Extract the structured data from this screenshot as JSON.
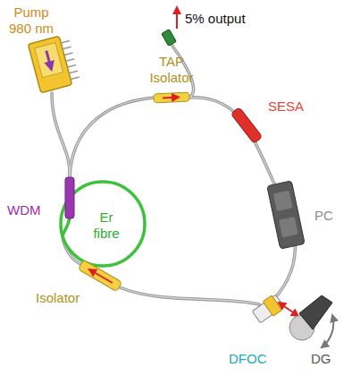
{
  "diagram": {
    "labels": [
      "Pump 980 nm",
      "5% output",
      "TAP Isolator",
      "SESA",
      "PC",
      "WDM",
      "Er fibre",
      "Isolator",
      "DFOC",
      "DG"
    ]
  }
}
